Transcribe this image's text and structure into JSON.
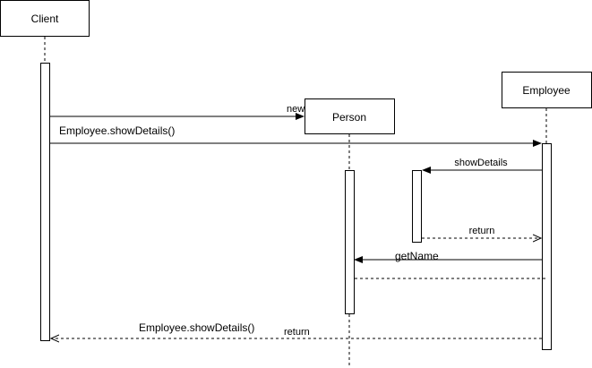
{
  "diagram": {
    "lifelines": {
      "client": "Client",
      "person": "Person",
      "employee": "Employee"
    },
    "messages": {
      "new": "new",
      "client_call": "Employee.showDetails()",
      "show_details": "showDetails",
      "return_inner": "return",
      "get_name": "getName",
      "return_client_text": "Employee.showDetails()",
      "return_client": "return"
    }
  }
}
